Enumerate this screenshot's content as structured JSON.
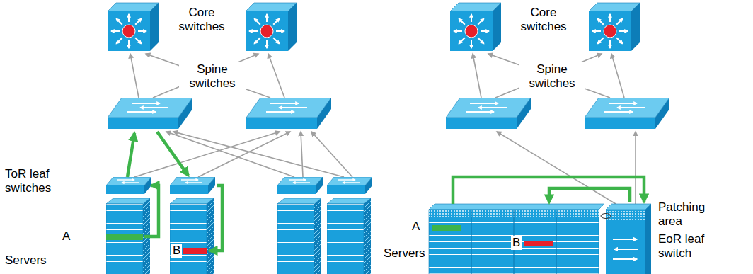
{
  "diagram": {
    "labels": [
      "Core switches",
      "Spine switches",
      "ToR leaf switches",
      "A",
      "B",
      "Servers",
      "Core switches",
      "Spine switches",
      "A",
      "B",
      "Servers",
      "Patching area",
      "EoR leaf switch"
    ]
  }
}
